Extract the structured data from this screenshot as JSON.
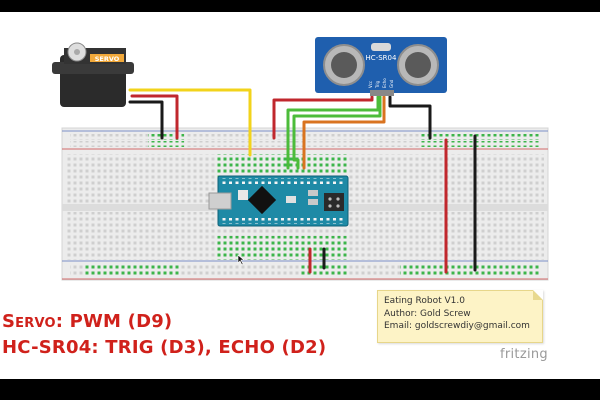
{
  "servo": {
    "brand_label": "SERVO"
  },
  "sensor": {
    "model_label": "HC-SR04",
    "pin_labels": [
      "Vcc",
      "Trig",
      "Echo",
      "Gnd"
    ]
  },
  "captions": {
    "line1_prefix": "Servo",
    "line1_rest": ": PWM (D9)",
    "line2": "HC-SR04: TRIG (D3), ECHO (D2)"
  },
  "note": {
    "title": "Eating Robot V1.0",
    "author": "Author: Gold Screw",
    "email": "Email: goldscrewdiy@gmail.com"
  },
  "brand": "fritzing",
  "colors": {
    "red_wire": "#c0272d",
    "black_wire": "#1a1a1a",
    "yellow_wire": "#f2d31b",
    "green_wire": "#4cbc3a",
    "orange_wire": "#d9731f",
    "board": "#1e8aa6",
    "sensor_board": "#1f5fae",
    "caption": "#d0211b"
  },
  "icons": [
    "servo-motor-icon",
    "ultrasonic-sensor-icon",
    "arduino-nano-icon",
    "breadboard-icon",
    "mouse-cursor-icon"
  ]
}
